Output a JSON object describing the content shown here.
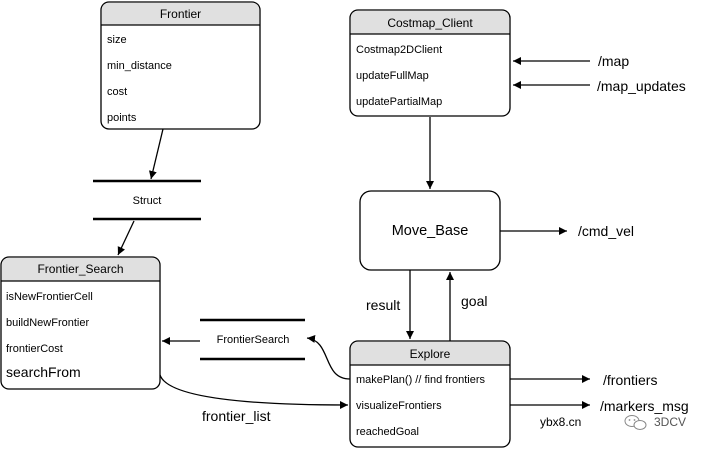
{
  "frontier": {
    "title": "Frontier",
    "fields": [
      "size",
      "min_distance",
      "cost",
      "points"
    ]
  },
  "struct_label": "Struct",
  "frontier_search": {
    "title": "Frontier_Search",
    "fields": [
      "isNewFrontierCell",
      "buildNewFrontier",
      "frontierCost",
      "searchFrom"
    ]
  },
  "frontier_search_ds_label": "FrontierSearch",
  "costmap_client": {
    "title": "Costmap_Client",
    "fields": [
      "Costmap2DClient",
      "updateFullMap",
      "updatePartialMap"
    ]
  },
  "move_base": {
    "title": "Move_Base"
  },
  "explore": {
    "title": "Explore",
    "fields": [
      "makePlan() // find frontiers",
      "visualizeFrontiers",
      "reachedGoal"
    ]
  },
  "edges": {
    "result": "result",
    "goal": "goal",
    "frontier_list": "frontier_list"
  },
  "topics": {
    "map": "/map",
    "map_updates": "/map_updates",
    "cmd_vel": "/cmd_vel",
    "frontiers": "/frontiers",
    "markers_msg": "/markers_msg"
  },
  "watermarks": {
    "site": "ybx8.cn",
    "brand": "3DCV"
  }
}
